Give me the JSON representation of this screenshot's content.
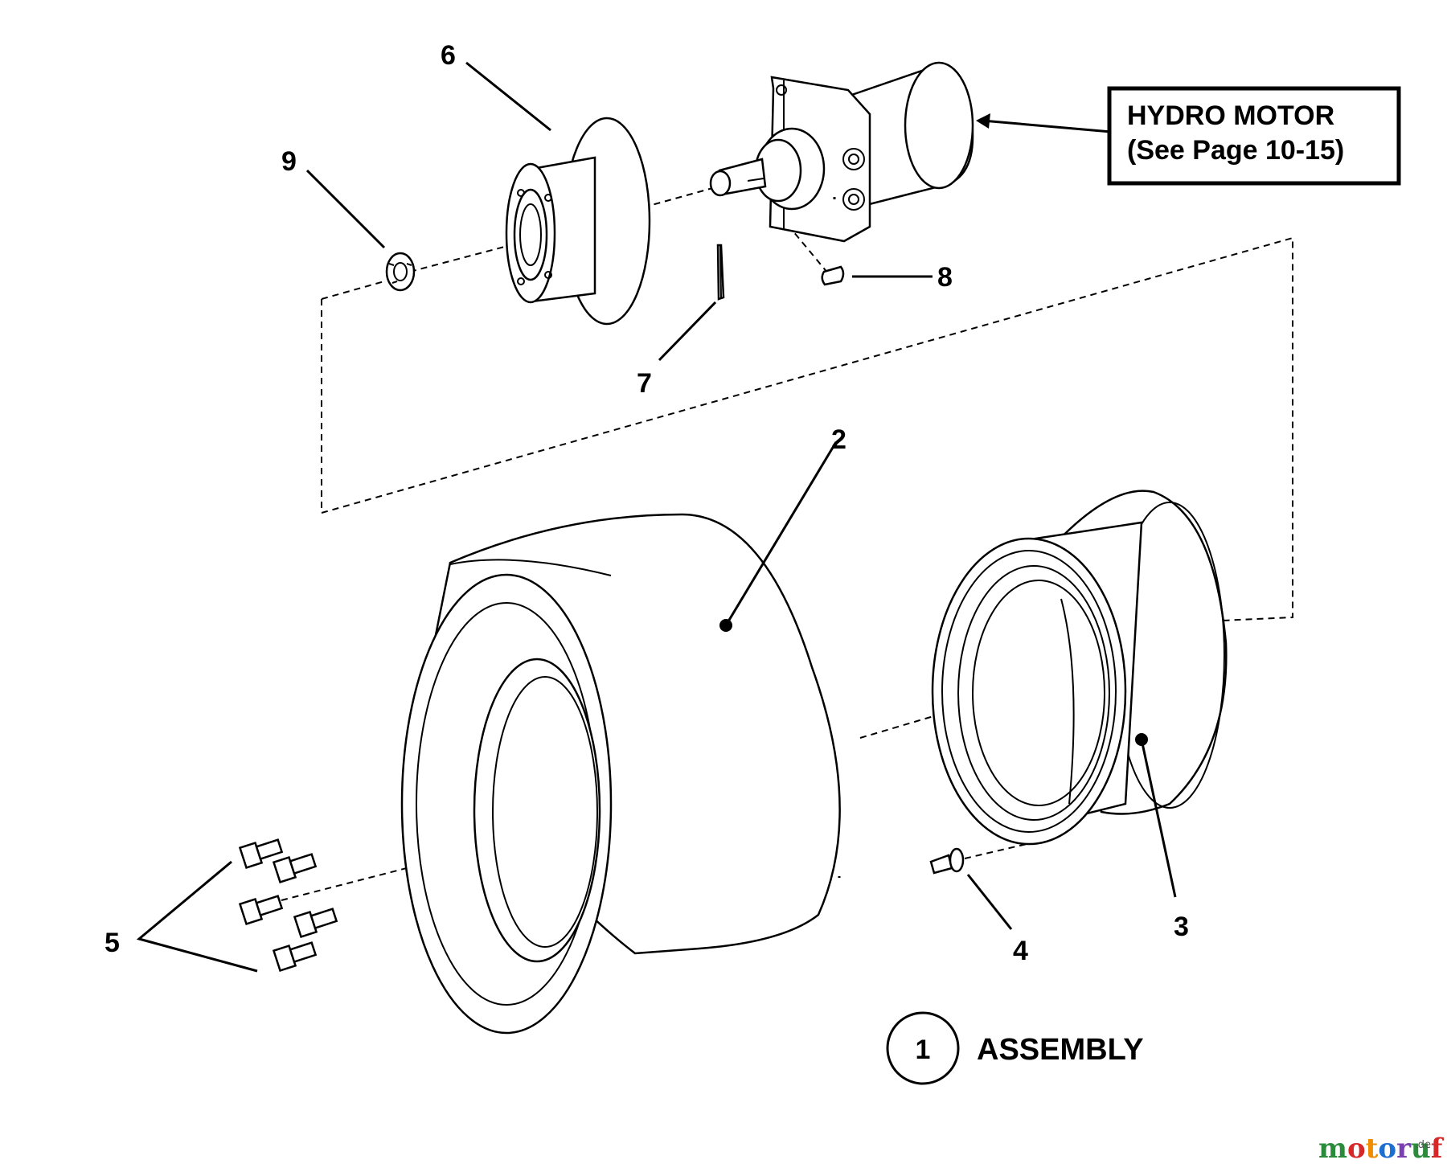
{
  "callouts": {
    "c1": "1",
    "c2": "2",
    "c3": "3",
    "c4": "4",
    "c5": "5",
    "c6": "6",
    "c7": "7",
    "c8": "8",
    "c9": "9"
  },
  "hydro_box": {
    "line1": "HYDRO MOTOR",
    "line2": "(See Page 10-15)"
  },
  "assembly_label": "ASSEMBLY",
  "watermark": {
    "main": "motoruf",
    "suffix": ".de",
    "colors": [
      "#2a8c3a",
      "#d62828",
      "#f08c00",
      "#1c6fd1",
      "#7a3fb0",
      "#2a8c3a",
      "#d62828"
    ]
  }
}
